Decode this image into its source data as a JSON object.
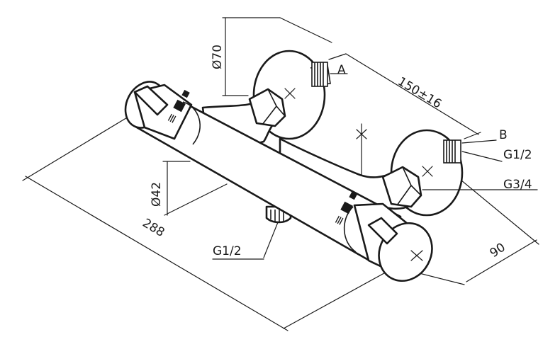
{
  "labels": {
    "dia70": "Ø70",
    "span": "150±16",
    "a": "A",
    "b": "B",
    "g12_right": "G1/2",
    "g34": "G3/4",
    "dia42": "Ø42",
    "len288": "288",
    "g12_bottom": "G1/2",
    "dim90": "90"
  },
  "colors": {
    "ink": "#1a1a1a",
    "paper": "#ffffff"
  }
}
